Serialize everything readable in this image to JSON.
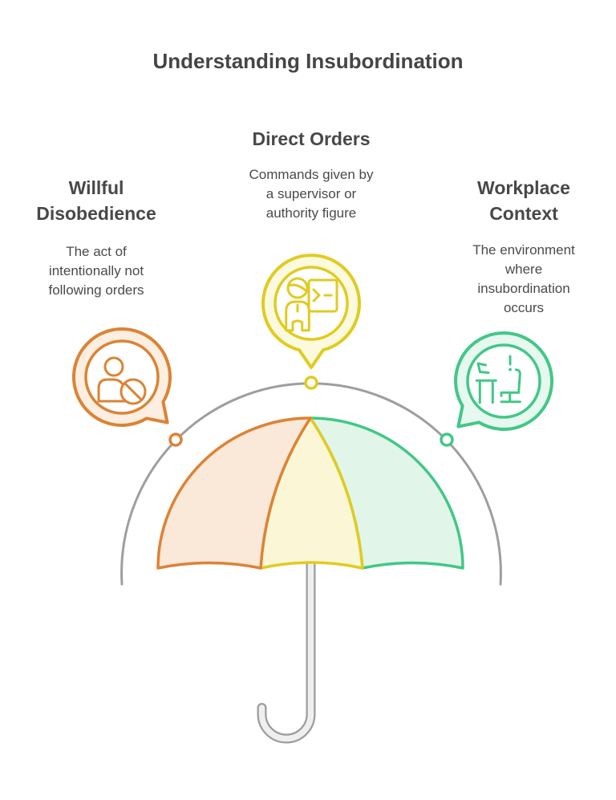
{
  "title": "Understanding Insubordination",
  "concepts": [
    {
      "name": "Willful Disobedience",
      "heading_lines": [
        "Willful",
        "Disobedience"
      ],
      "body_lines": [
        "The act of",
        "intentionally not",
        "following orders"
      ],
      "icon": "person-prohibited-icon",
      "color": "#DC8335",
      "bubble_fill": "#FCEEE1",
      "panel_fill": "#FAE8D9"
    },
    {
      "name": "Direct Orders",
      "heading_lines": [
        "Direct Orders"
      ],
      "body_lines": [
        "Commands given by",
        "a supervisor or",
        "authority figure"
      ],
      "icon": "supervisor-command-icon",
      "color": "#E1CB20",
      "bubble_fill": "#FCFADE",
      "panel_fill": "#FBF7D6"
    },
    {
      "name": "Workplace Context",
      "heading_lines": [
        "Workplace",
        "Context"
      ],
      "body_lines": [
        "The environment",
        "where",
        "insubordination",
        "occurs"
      ],
      "icon": "workplace-desk-icon",
      "color": "#42C787",
      "bubble_fill": "#E6F8EF",
      "panel_fill": "#E1F6E9"
    }
  ],
  "diagram": {
    "arc_color": "#9E9E9E",
    "handle_color": "#9C9C9C",
    "handle_fill": "#EFEFEF",
    "text_color": "#454545",
    "background": "#FFFFFF"
  }
}
